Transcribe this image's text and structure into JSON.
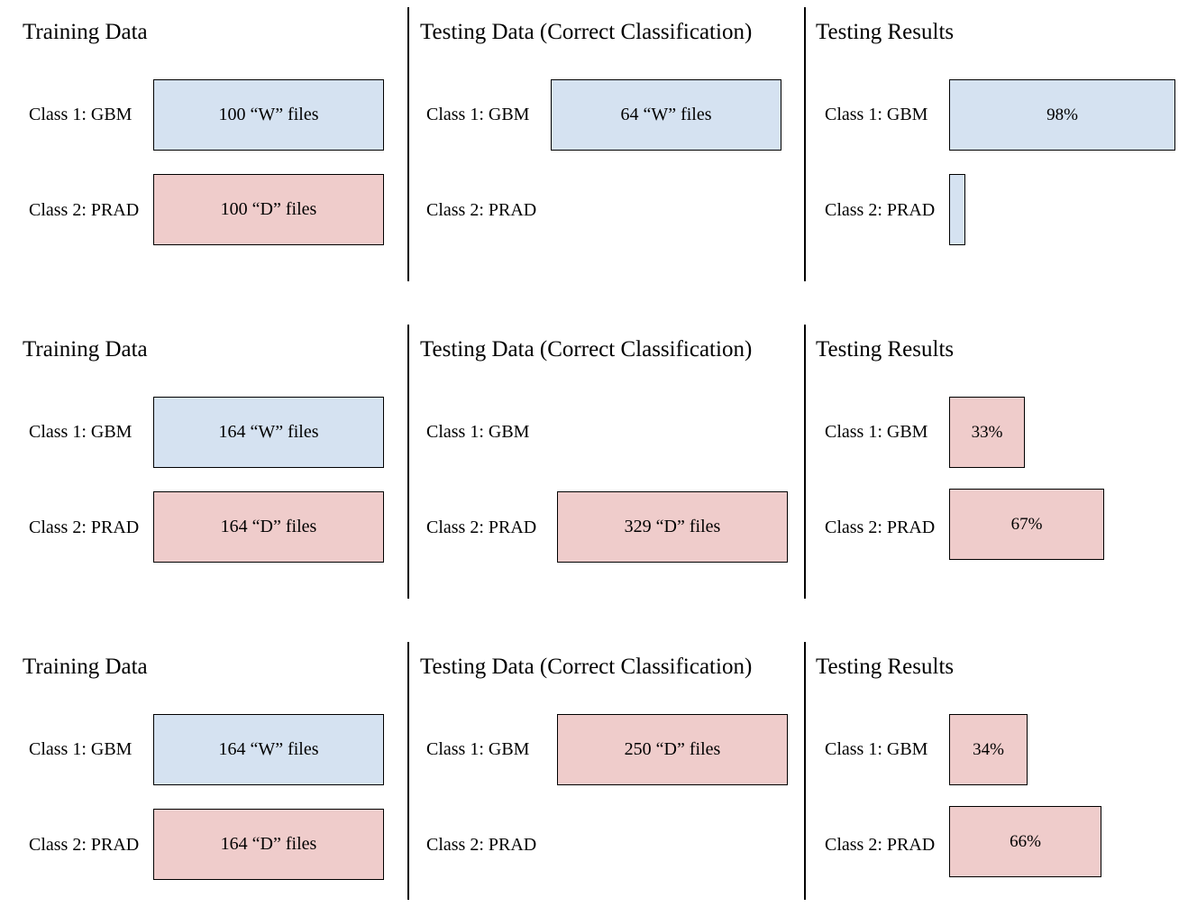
{
  "headings": {
    "training": "Training Data",
    "testing": "Testing Data (Correct Classification)",
    "results": "Testing Results"
  },
  "row_labels": {
    "class1": "Class 1: GBM",
    "class2": "Class 2: PRAD"
  },
  "colors": {
    "W_file_box": "#d5e2f1",
    "D_file_box": "#efcccb",
    "divider": "#000000"
  },
  "experiments": [
    {
      "training": {
        "class1": "100 “W” files",
        "class2": "100 “D” files"
      },
      "testing": {
        "class1": "64 “W” files",
        "class2": ""
      },
      "results": {
        "class1": "98%",
        "class1_value": 98,
        "class2": "",
        "class2_value": 2
      }
    },
    {
      "training": {
        "class1": "164 “W” files",
        "class2": "164 “D” files"
      },
      "testing": {
        "class1": "",
        "class2": "329 “D” files"
      },
      "results": {
        "class1": "33%",
        "class1_value": 33,
        "class2": "67%",
        "class2_value": 67
      }
    },
    {
      "training": {
        "class1": "164 “W” files",
        "class2": "164 “D” files"
      },
      "testing": {
        "class1": "250 “D” files",
        "class2": ""
      },
      "results": {
        "class1": "34%",
        "class1_value": 34,
        "class2": "66%",
        "class2_value": 66
      }
    }
  ]
}
